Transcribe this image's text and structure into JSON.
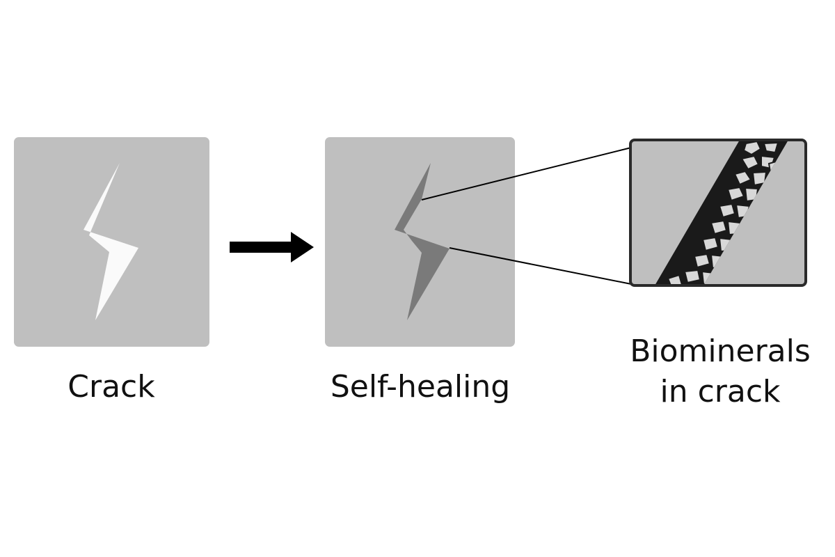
{
  "panels": {
    "crack": {
      "label": "Crack"
    },
    "self_healing": {
      "label": "Self-healing"
    },
    "biominerals": {
      "label_line1": "Biominerals",
      "label_line2": "in crack"
    }
  },
  "colors": {
    "background": "#ffffff",
    "concrete_block": "#bfbfbf",
    "open_crack": "#fafafa",
    "healed_crack": "#7a7a7a",
    "biomineral_fill": "#d8d8d8",
    "biomineral_outline": "#1a1a1a",
    "arrow": "#000000",
    "text": "#111111"
  },
  "icons": {
    "arrow": "arrow-right-icon",
    "crack": "lightning-crack-icon",
    "zoom": "zoom-callout-lines"
  }
}
